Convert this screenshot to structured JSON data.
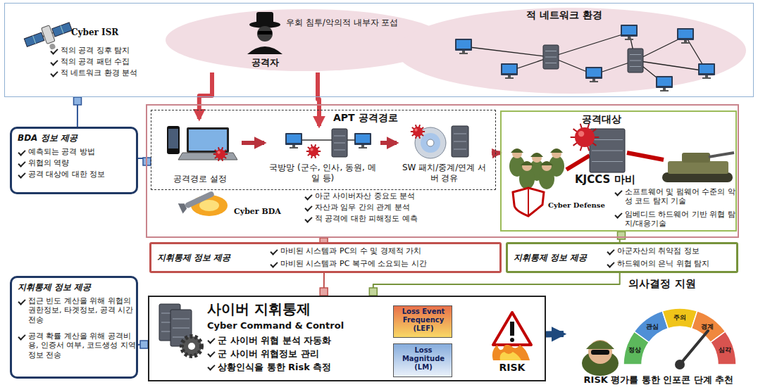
{
  "diagram": {
    "nodes": [
      {
        "text": [
          "Cyber ISR",
          "적의 공격 징후 탐지",
          "적의 공격 패턴 수집",
          "적 네트워크 환경 분석"
        ]
      },
      {
        "text": [
          "우회 침투/악의적 내부자 포섭",
          "공격자"
        ],
        "in": 0
      },
      {
        "text": [
          "적 네트워크 환경"
        ],
        "in": 0
      },
      {
        "text": [
          "BDA 정보 제공",
          "예측되는 공격 방법",
          "위협의 역량",
          "공격 대상에 대한 정보"
        ]
      },
      {
        "text": [
          "지휘통제 정보 제공",
          "접근 빈도 계산을 위해 위협의 권한정보, 타겟정보, 공격 시간 전송",
          "공격 확률 계산을 위해 공격비용, 인증서 여부, 코드생성 지역정보 전송"
        ]
      },
      {
        "text": [
          "Cyber BDA",
          "아군 사이버자산 중요도 분석",
          "자산과 임무 간의 관계 분석",
          "적 공격에 대한 피해정도 예측"
        ]
      },
      {
        "text": [
          "APT 공격경로"
        ],
        "in": 5
      },
      {
        "text": [
          "공격경로 설정"
        ],
        "in": 6
      },
      {
        "text": [
          "국방망 (군수, 인사, 동원, 메일 등)"
        ],
        "in": 6
      },
      {
        "text": [
          "SW 패치/중계/연계 서버 경유"
        ],
        "in": 6
      },
      {
        "text": [
          "공격대상",
          "KJCCS 마비",
          "Cyber Defense",
          "소프트웨어 및 펌웨어 수준의 악성 코드 탐지 기술",
          "임베디드 하드웨어 기반 위협 탐지/대응기술"
        ],
        "in": 5
      },
      {
        "text": [
          "지휘통제 정보 제공",
          "마비된 시스템과 PC의 수 및 경제적 가치",
          "마비된 시스템과 PC 복구에 소요되는 시간"
        ]
      },
      {
        "text": [
          "지휘통제 정보 제공",
          "아군자산의 취약점 정보",
          "하드웨어의 은닉 위협 탐지"
        ]
      },
      {
        "text": [
          "사이버 지휘통제",
          "Cyber Command & Control",
          "군 사이버 위협 분석 자동화",
          "군 사이버 위협정보 관리",
          "상황인식을 통한 Risk 측정"
        ]
      },
      {
        "text": [
          "Loss Event Frequency (LEF)"
        ],
        "in": 13
      },
      {
        "text": [
          "Loss Magnitude (LM)"
        ],
        "in": 13
      },
      {
        "text": [
          "RISK"
        ],
        "in": 13
      },
      {
        "text": [
          "의사결정 지원",
          "RISK 평가를 통한 인포콘 단계 추천"
        ]
      }
    ],
    "edges": [
      {
        "from": 1,
        "to": 7,
        "arrow": "to"
      },
      {
        "from": 1,
        "to": 8,
        "arrow": "to"
      },
      {
        "from": 7,
        "to": 8,
        "arrow": "to"
      },
      {
        "from": 8,
        "to": 9,
        "arrow": "to"
      },
      {
        "from": 9,
        "to": 10,
        "arrow": "to"
      },
      {
        "from": 0,
        "to": 3,
        "arrow": "none"
      },
      {
        "from": 3,
        "to": 6,
        "arrow": "none"
      },
      {
        "from": 4,
        "to": 13,
        "arrow": "none"
      },
      {
        "from": 5,
        "to": 11,
        "arrow": "none"
      },
      {
        "from": 11,
        "to": 13,
        "arrow": "to"
      },
      {
        "from": 10,
        "to": 12,
        "arrow": "none"
      },
      {
        "from": 12,
        "to": 13,
        "arrow": "to"
      },
      {
        "from": 14,
        "to": 16,
        "arrow": "to"
      },
      {
        "from": 15,
        "to": 16,
        "arrow": "to"
      },
      {
        "from": 13,
        "to": 17,
        "arrow": "to"
      }
    ],
    "labels": [
      "정상",
      "관심",
      "주의",
      "경계",
      "심각"
    ]
  }
}
